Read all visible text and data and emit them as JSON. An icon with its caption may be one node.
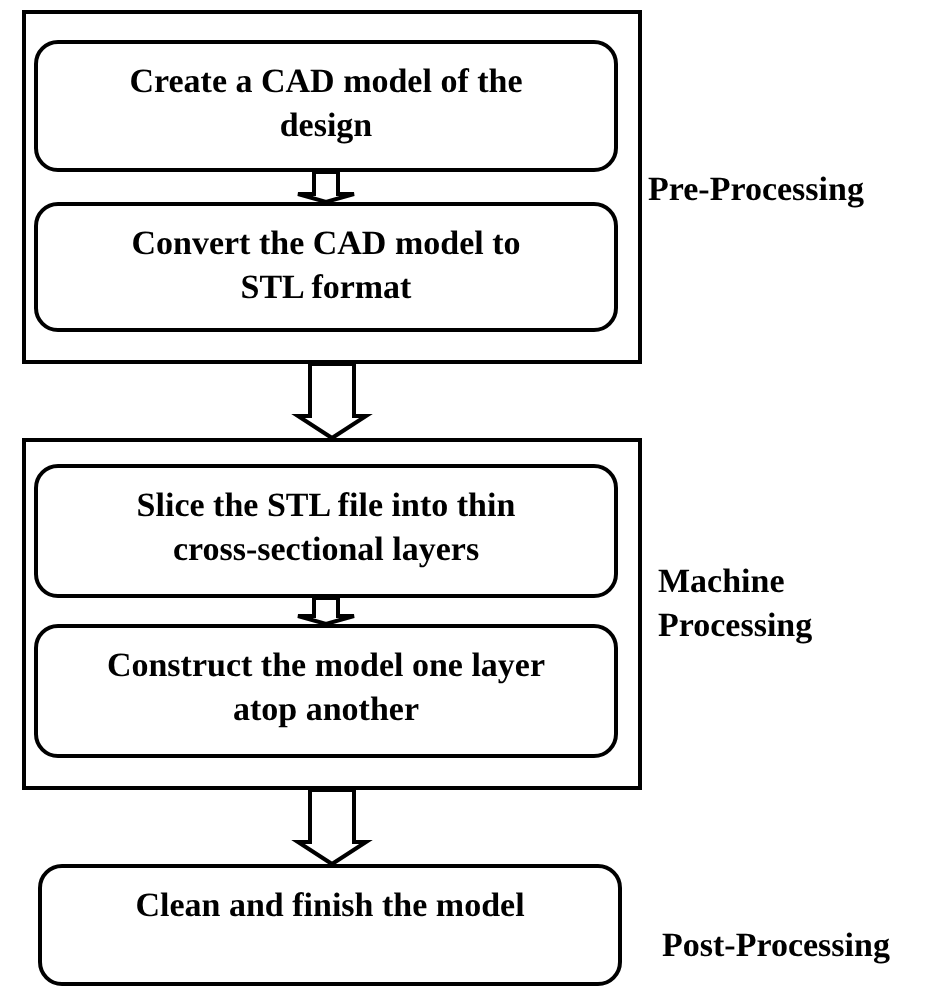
{
  "diagram": {
    "nodes": [
      {
        "text": [],
        "shape": "box",
        "beside": [
          "Pre-Processing"
        ]
      },
      {
        "text": [
          "Create a CAD model of the design"
        ],
        "in": 0
      },
      {
        "text": [
          "Convert the CAD model to STL format"
        ],
        "in": 0
      },
      {
        "text": [],
        "shape": "box",
        "beside": [
          "Machine Processing"
        ]
      },
      {
        "text": [
          "Slice the STL file into thin cross-sectional layers"
        ],
        "in": 3
      },
      {
        "text": [
          "Construct the model one layer atop another"
        ],
        "in": 3
      },
      {
        "text": [
          "Clean and finish the model"
        ],
        "beside": [
          "Post-Processing"
        ]
      }
    ],
    "edges": [
      {
        "from": 1,
        "to": 2,
        "arrow": "to"
      },
      {
        "from": 0,
        "to": 3,
        "arrow": "to"
      },
      {
        "from": 4,
        "to": 5,
        "arrow": "to"
      },
      {
        "from": 3,
        "to": 6,
        "arrow": "to"
      }
    ]
  }
}
